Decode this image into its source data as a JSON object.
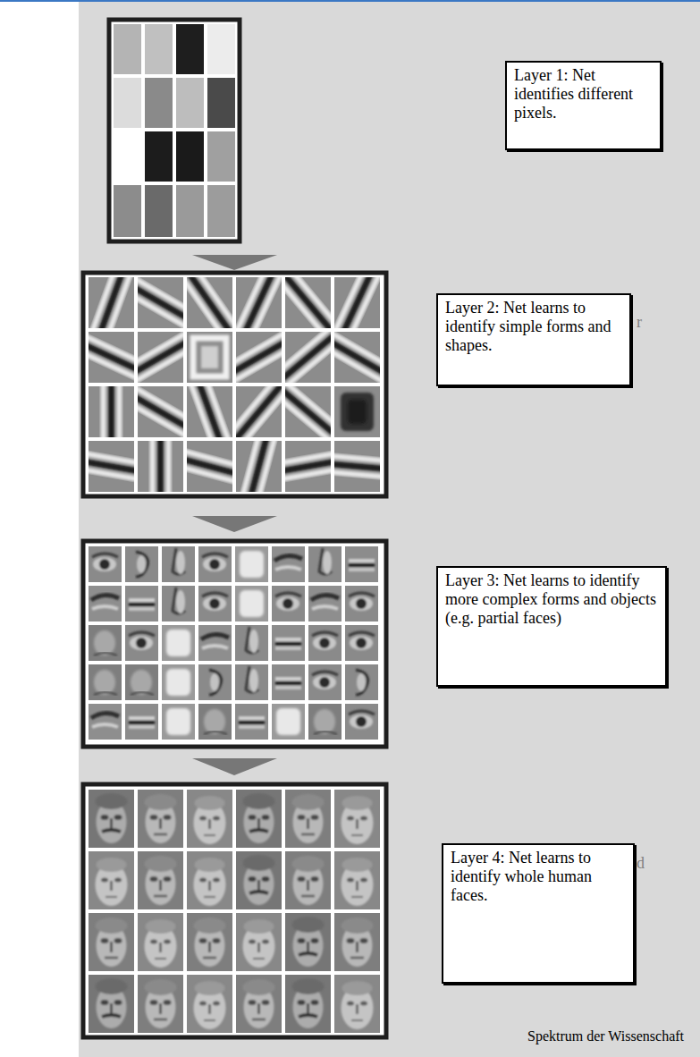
{
  "diagram": {
    "nodes": [
      {
        "text": [
          "Layer 1: Net identifies different pixels."
        ]
      },
      {
        "text": [
          "Layer 2: Net learns to identify simple forms and shapes."
        ]
      },
      {
        "text": [
          "Layer 3: Net learns to identify more complex forms and objects (e.g. partial faces)"
        ]
      },
      {
        "text": [
          "Layer 4: Net learns to identify whole human faces."
        ]
      }
    ],
    "labels": [
      "r",
      "d",
      "Spektrum der Wissenschaft"
    ]
  }
}
